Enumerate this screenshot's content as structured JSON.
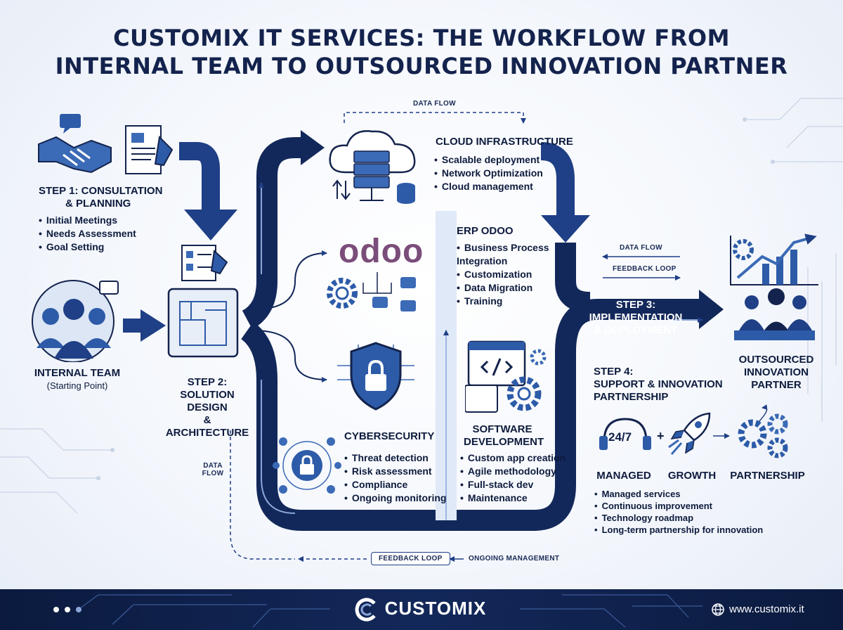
{
  "title": {
    "line1": "CUSTOMIX IT SERVICES: THE WORKFLOW FROM",
    "line2": "INTERNAL TEAM TO OUTSOURCED INNOVATION PARTNER"
  },
  "step1": {
    "title1": "STEP 1: CONSULTATION",
    "title2": "& PLANNING",
    "items": [
      "Initial Meetings",
      "Needs Assessment",
      "Goal Setting"
    ]
  },
  "internal_team": {
    "title": "INTERNAL TEAM",
    "subtitle": "(Starting Point)"
  },
  "step2": {
    "title1": "STEP 2:",
    "title2": "SOLUTION DESIGN",
    "title3": "& ARCHITECTURE"
  },
  "cloud": {
    "title": "CLOUD INFRASTRUCTURE",
    "items": [
      "Scalable deployment",
      "Network Optimization",
      "Cloud management"
    ]
  },
  "erp": {
    "title": "ERP ODOO",
    "logo_text": "odoo",
    "items": [
      "Business Process Integration",
      "Customization",
      "Data Migration",
      "Training"
    ]
  },
  "cyber": {
    "title": "CYBERSECURITY",
    "items": [
      "Threat detection",
      "Risk assessment",
      "Compliance",
      "Ongoing monitoring"
    ]
  },
  "software": {
    "title1": "SOFTWARE",
    "title2": "DEVELOPMENT",
    "items": [
      "Custom app creation",
      "Agile methodology",
      "Full-stack dev",
      "Maintenance"
    ]
  },
  "step3": {
    "title1": "STEP 3:",
    "title2": "IMPLEMENTATION",
    "title3": "& DEPLOYMENT"
  },
  "partner": {
    "title1": "OUTSOURCED",
    "title2": "INNOVATION",
    "title3": "PARTNER"
  },
  "step4": {
    "title1": "STEP 4:",
    "title2": "SUPPORT & INNOVATION",
    "title3": "PARTNERSHIP",
    "icon_247": "24/7",
    "plus": "+",
    "icon_labels": [
      "MANAGED",
      "GROWTH",
      "PARTNERSHIP"
    ],
    "items": [
      "Managed services",
      "Continuous improvement",
      "Technology roadmap",
      "Long-term partnership for innovation"
    ]
  },
  "flow_labels": {
    "data_flow_top": "DATA FLOW",
    "data_flow_right": "DATA FLOW",
    "feedback_loop_right": "FEEDBACK LOOP",
    "data_flow_left1": "DATA",
    "data_flow_left2": "FLOW",
    "feedback_loop_bottom": "FEEDBACK LOOP",
    "ongoing_management": "ONGOING MANAGEMENT"
  },
  "footer": {
    "brand": "CUSTOMIX",
    "website": "www.customix.it"
  },
  "colors": {
    "navy": "#14234d",
    "blue": "#1f3f86",
    "accent": "#3d63b0",
    "odoo_purple": "#7b4d7a",
    "odoo_gray": "#8f8f8f"
  }
}
